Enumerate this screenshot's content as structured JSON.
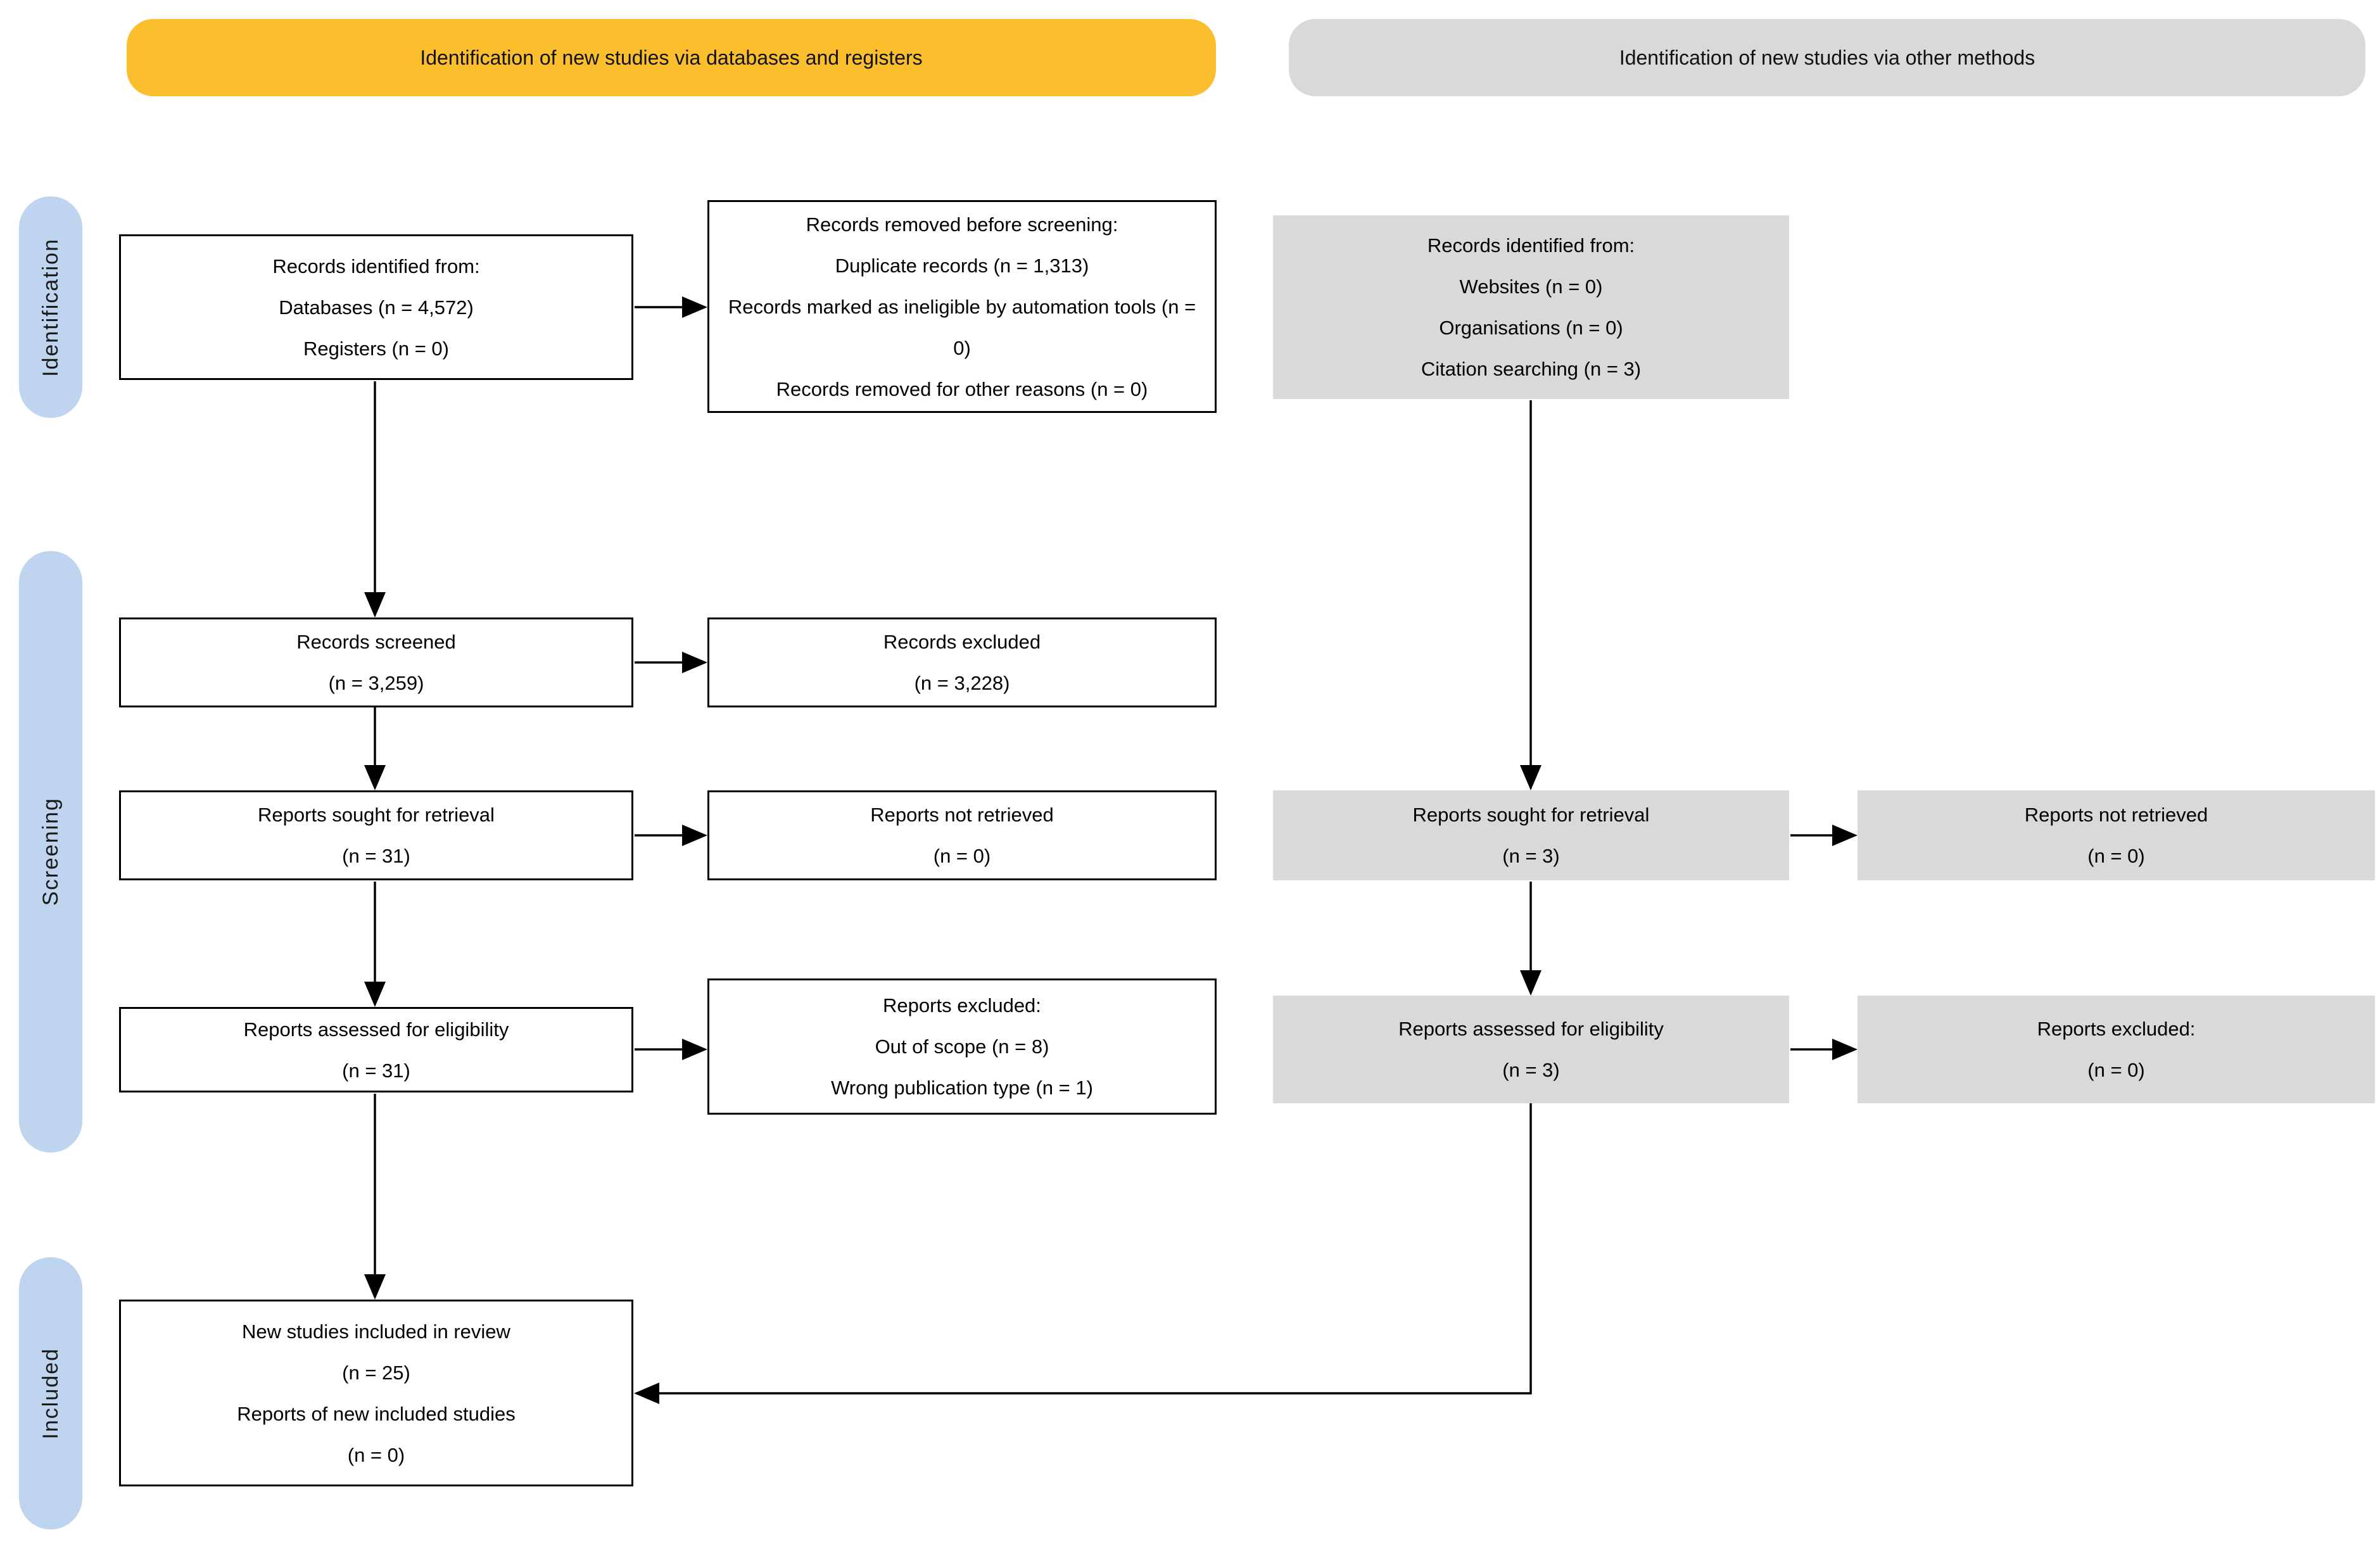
{
  "headers": {
    "databases": "Identification of new studies via databases and registers",
    "other": "Identification of new studies via other methods"
  },
  "stages": {
    "identification": "Identification",
    "screening": "Screening",
    "included": "Included"
  },
  "boxes": {
    "records_identified_db": "Records identified from:\nDatabases (n = 4,572)\nRegisters (n = 0)",
    "records_removed": "Records removed before screening:\nDuplicate records (n = 1,313)\nRecords marked as ineligible by automation tools (n = 0)\nRecords removed for other reasons (n = 0)",
    "records_identified_other": "Records identified from:\nWebsites (n = 0)\nOrganisations (n = 0)\nCitation searching (n = 3)",
    "records_screened": "Records screened\n(n = 3,259)",
    "records_excluded": "Records excluded\n(n = 3,228)",
    "reports_sought_db": "Reports sought for retrieval\n(n = 31)",
    "reports_not_retrieved_db": "Reports not retrieved\n(n = 0)",
    "reports_sought_other": "Reports sought for retrieval\n(n = 3)",
    "reports_not_retrieved_other": "Reports not retrieved\n(n = 0)",
    "reports_assessed_db": "Reports assessed for eligibility\n(n = 31)",
    "reports_excluded_db": "Reports excluded:\nOut of scope (n = 8)\nWrong publication type (n = 1)",
    "reports_assessed_other": "Reports assessed for eligibility\n(n = 3)",
    "reports_excluded_other": "Reports excluded:\n(n = 0)",
    "new_studies_included": "New studies included in review\n(n = 25)\nReports of new included studies\n(n = 0)"
  },
  "colors": {
    "header_databases_bg": "#FBBF2D",
    "header_other_bg": "#D9D9D9",
    "stage_label_bg": "#BFD5EF",
    "gray_box_bg": "#D9D9D9",
    "white_box_bg": "#FFFFFF",
    "box_border": "#000000",
    "arrow": "#000000"
  }
}
